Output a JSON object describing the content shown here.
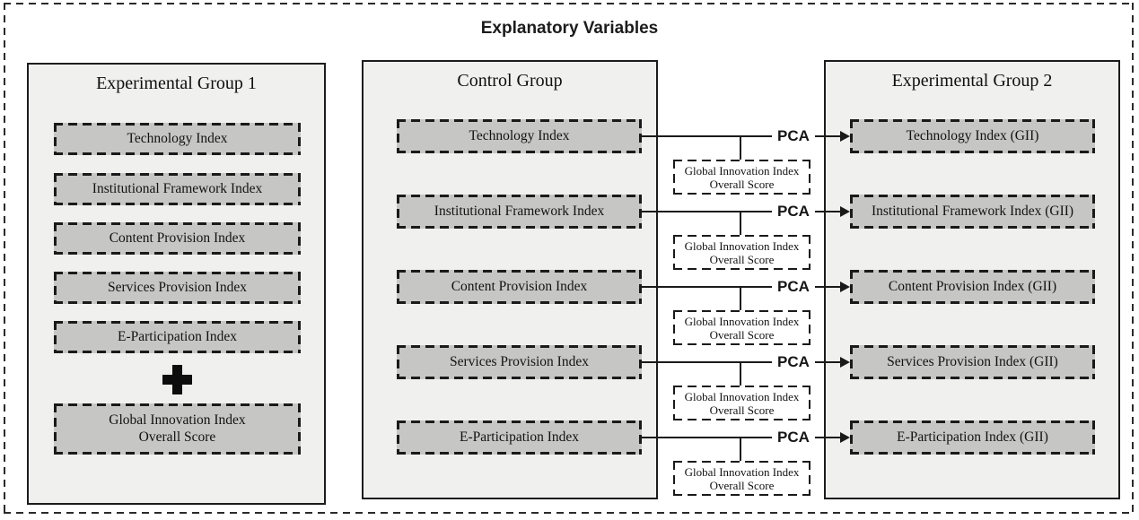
{
  "diagram_title": "Explanatory Variables",
  "groups": {
    "experimental_group_1": {
      "title": "Experimental Group 1",
      "items": [
        "Technology Index",
        "Institutional Framework Index",
        "Content Provision Index",
        "Services Provision Index",
        "E-Participation Index"
      ],
      "plus_operator": "+",
      "combined_item": {
        "line1": "Global Innovation Index",
        "line2": "Overall Score"
      }
    },
    "control_group": {
      "title": "Control Group",
      "items": [
        "Technology Index",
        "Institutional Framework Index",
        "Content Provision Index",
        "Services Provision Index",
        "E-Participation Index"
      ]
    },
    "experimental_group_2": {
      "title": "Experimental Group 2",
      "items": [
        "Technology Index (GII)",
        "Institutional Framework Index (GII)",
        "Content Provision Index (GII)",
        "Services Provision Index (GII)",
        "E-Participation Index (GII)"
      ]
    }
  },
  "connectors": {
    "pca_label": "PCA",
    "score_box": {
      "line1": "Global Innovation Index",
      "line2": "Overall Score"
    }
  },
  "colors": {
    "background": "#ffffff",
    "panel_fill": "#f0f0ef",
    "box_fill": "#c6c7c5",
    "ink": "#1a1a1a"
  }
}
